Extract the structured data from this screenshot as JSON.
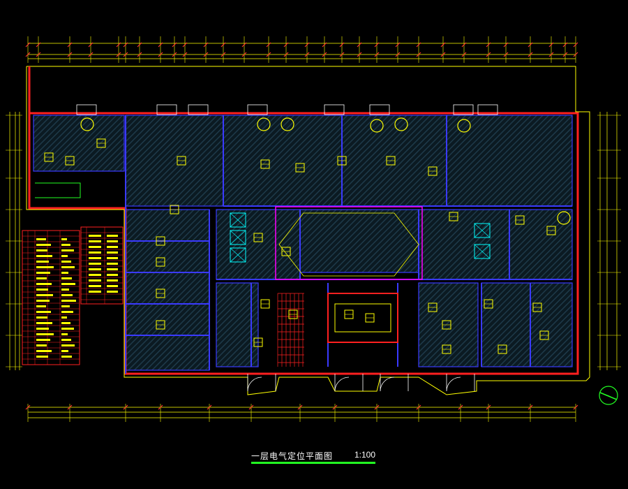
{
  "drawing": {
    "title": "一层电气定位平面图",
    "scale": "1:100"
  },
  "colors": {
    "background": "#000000",
    "wall": "#ff2020",
    "room_outline": "#3a3aff",
    "hatch": "#1e3a4a",
    "dimension": "#ffff00",
    "dimension_tick": "#ff3030",
    "fixture": "#ffff00",
    "door": "#ffffff",
    "partition": "#ff00ff",
    "equipment": "#00ffff",
    "title_underline": "#22ff22",
    "north_arrow": "#22ff22"
  },
  "icons": {
    "north_arrow": "north-arrow-icon",
    "legend_table": "legend-table"
  }
}
